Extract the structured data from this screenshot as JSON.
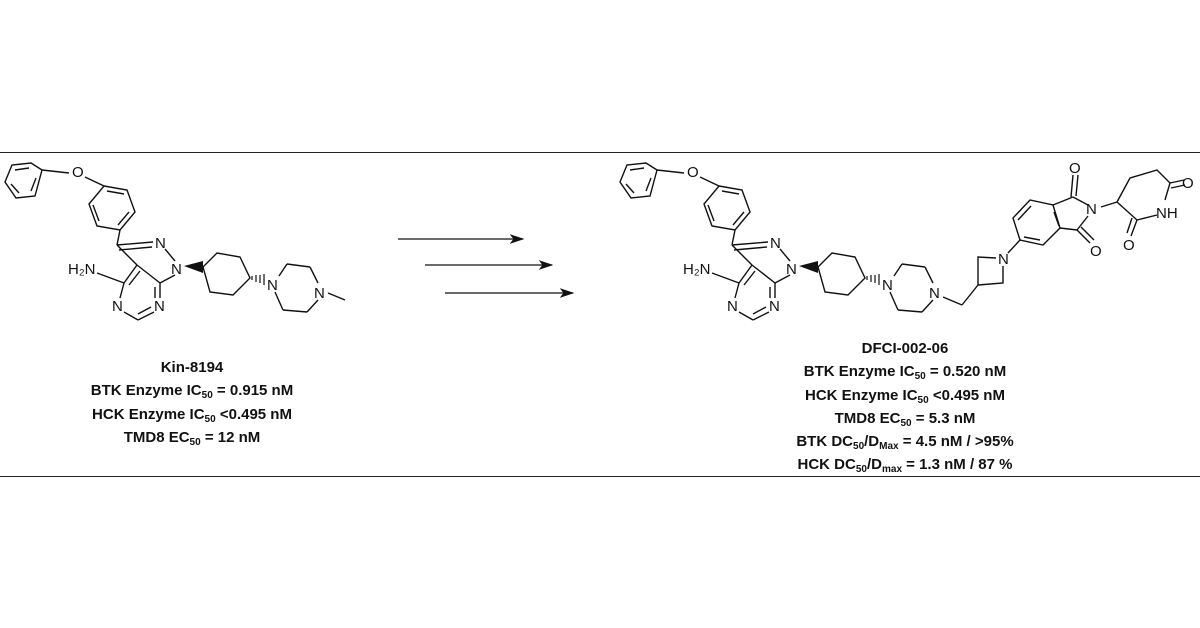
{
  "atoms": {
    "O": "O",
    "N": "N",
    "H2N": "H₂N",
    "NH": "NH"
  },
  "left": {
    "name": "Kin-8194",
    "lines": [
      {
        "pre": "BTK Enzyme IC",
        "sub": "50",
        "post": " = 0.915 nM"
      },
      {
        "pre": "HCK Enzyme IC",
        "sub": "50",
        "post": " <0.495 nM"
      },
      {
        "pre": "TMD8 EC",
        "sub": "50",
        "post": " = 12 nM"
      }
    ]
  },
  "right": {
    "name": "DFCI-002-06",
    "lines": [
      {
        "pre": "BTK Enzyme IC",
        "sub": "50",
        "post": " = 0.520 nM"
      },
      {
        "pre": "HCK Enzyme IC",
        "sub": "50",
        "post": " <0.495 nM"
      },
      {
        "pre": "TMD8 EC",
        "sub": "50",
        "post": " = 5.3 nM"
      }
    ],
    "dc_lines": [
      {
        "pre": "BTK DC",
        "sub": "50",
        "mid": "/D",
        "sub2": "Max",
        "post": " = 4.5 nM / >95%"
      },
      {
        "pre": "HCK DC",
        "sub": "50",
        "mid": "/D",
        "sub2": "max",
        "post": " = 1.3 nM / 87 %"
      }
    ]
  },
  "arrows": {
    "count": 3
  }
}
